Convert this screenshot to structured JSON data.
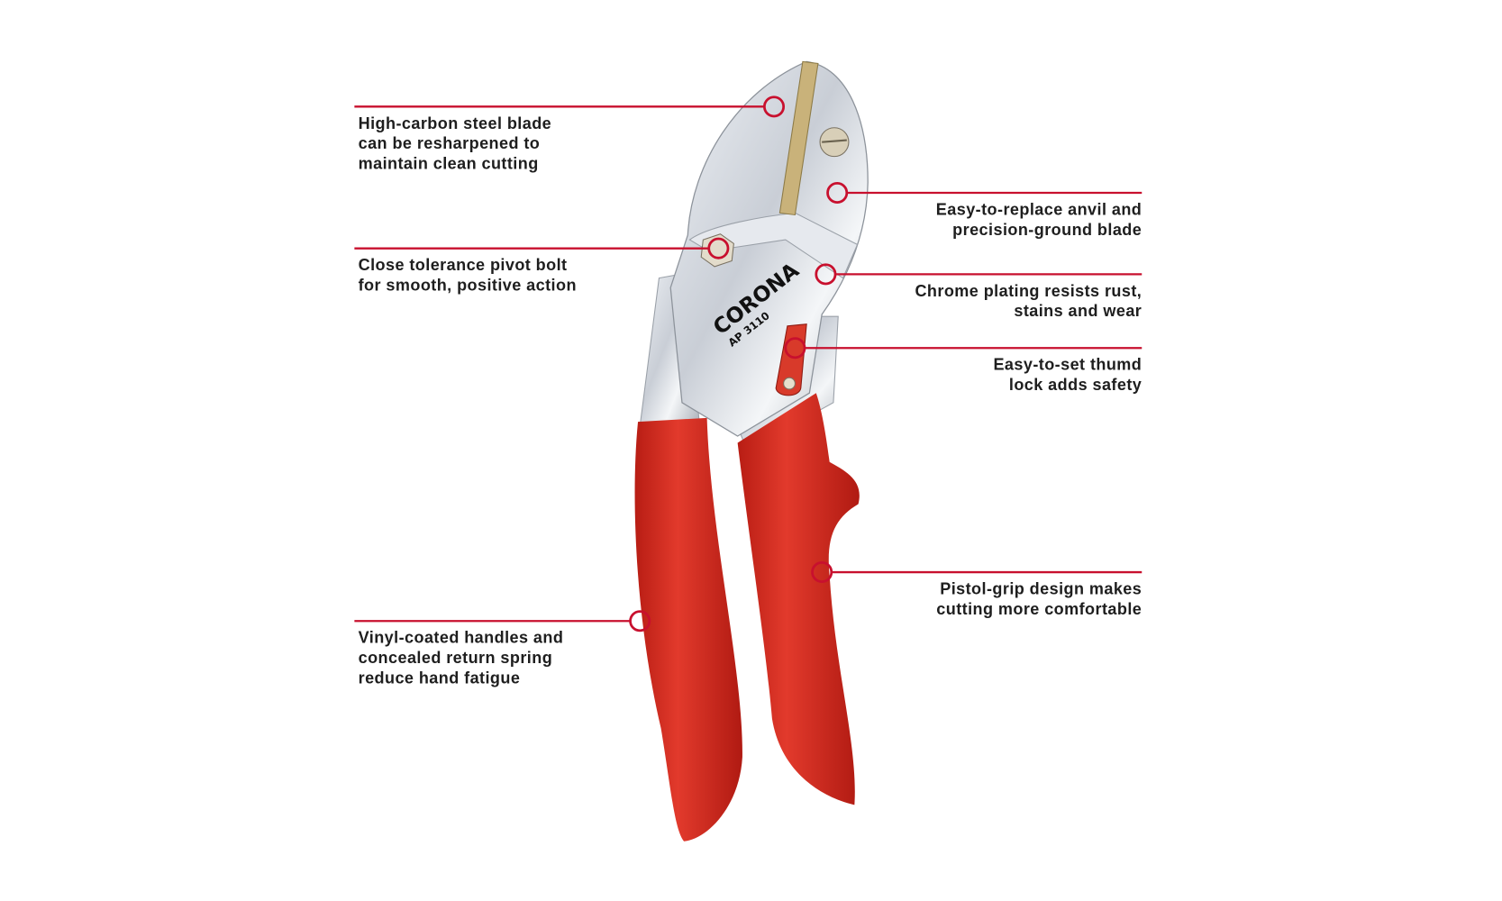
{
  "product": {
    "brand": "CORONA",
    "model": "AP 3110"
  },
  "callouts": [
    {
      "id": "blade",
      "lines": [
        "High-carbon steel blade",
        "can be resharpened to",
        "maintain clean cutting"
      ]
    },
    {
      "id": "pivot",
      "lines": [
        "Close tolerance pivot bolt",
        "for smooth, positive action"
      ]
    },
    {
      "id": "handles",
      "lines": [
        "Vinyl-coated handles and",
        "concealed return spring",
        "reduce hand fatigue"
      ]
    },
    {
      "id": "anvil",
      "lines": [
        "Easy-to-replace anvil and",
        "precision-ground blade"
      ]
    },
    {
      "id": "chrome",
      "lines": [
        "Chrome plating resists rust,",
        "stains and wear"
      ]
    },
    {
      "id": "lock",
      "lines": [
        "Easy-to-set thumd",
        "lock adds safety"
      ]
    },
    {
      "id": "grip",
      "lines": [
        "Pistol-grip design makes",
        "cutting more comfortable"
      ]
    }
  ],
  "colors": {
    "callout": "#c8102e",
    "handle": "#d42a1f",
    "chrome": "#d9dde3",
    "brass": "#c9b27a"
  }
}
